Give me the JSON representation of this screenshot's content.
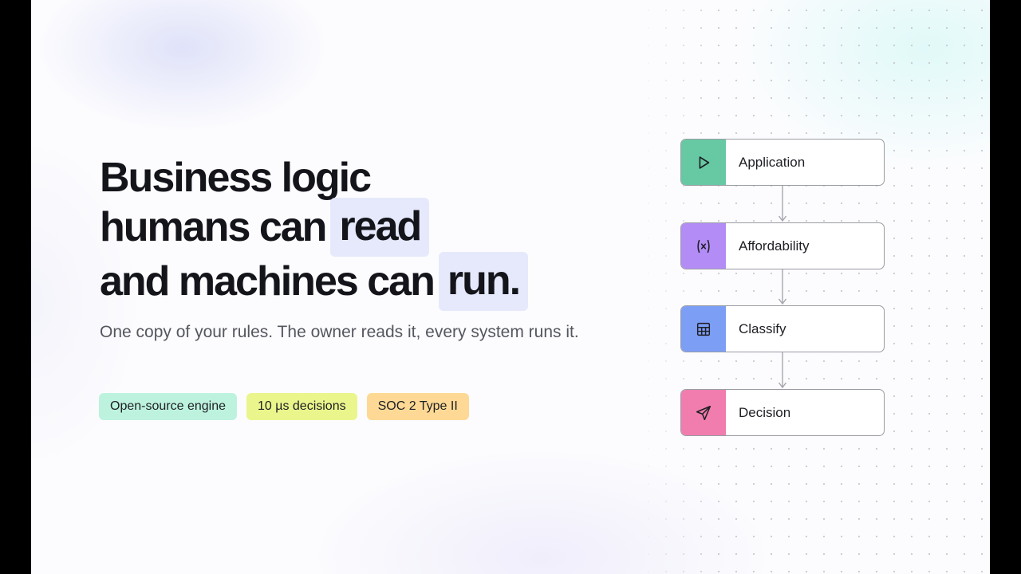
{
  "hero": {
    "line1": "Business logic",
    "line2_prefix": "humans can",
    "line2_highlight": "read",
    "line3_prefix": "and machines can",
    "line3_highlight": "run.",
    "subtitle": "One copy of your rules. The owner reads it, every system runs it."
  },
  "badges": [
    {
      "label": "Open-source engine",
      "color": "#bdf3de"
    },
    {
      "label": "10 µs decisions",
      "color": "#eaf58c"
    },
    {
      "label": "SOC 2 Type II",
      "color": "#fdd995"
    }
  ],
  "flow": {
    "nodes": [
      {
        "label": "Application",
        "icon": "play-icon",
        "color": "#67c9a3"
      },
      {
        "label": "Affordability",
        "icon": "function-icon",
        "color": "#b38cf5"
      },
      {
        "label": "Classify",
        "icon": "table-icon",
        "color": "#7d9ef5"
      },
      {
        "label": "Decision",
        "icon": "send-icon",
        "color": "#f07dad"
      }
    ]
  },
  "colors": {
    "highlight": "#e5e9fb",
    "text": "#14151a",
    "muted": "#55575f"
  }
}
